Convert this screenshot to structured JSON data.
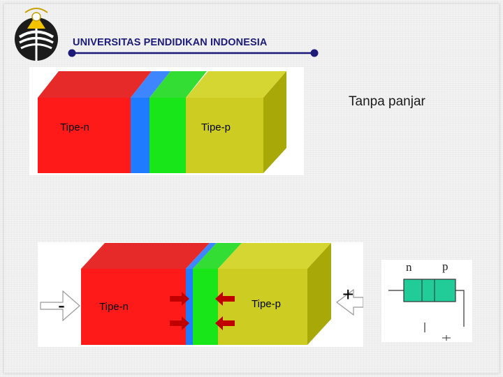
{
  "header": {
    "university": "UNIVERSITAS PENDIDIKAN INDONESIA",
    "logo_icon": "university-logo-icon",
    "rule_color": "#1d1b7a"
  },
  "slide": {
    "subtitle": "Tanpa panjar"
  },
  "diagram_top": {
    "label_n": "Tipe-n",
    "label_p": "Tipe-p"
  },
  "diagram_bottom": {
    "label_n": "Tipe-n",
    "label_p": "Tipe-p",
    "terminal_negative": "-",
    "terminal_positive": "+"
  },
  "symbol": {
    "label_n": "n",
    "label_p": "p"
  },
  "colors": {
    "n_region": "#ff1a1a",
    "depletion_n": "#1f7bff",
    "depletion_p": "#19e619",
    "p_region": "#cccc22",
    "arrow": "#c00000",
    "component": "#22cc99"
  }
}
